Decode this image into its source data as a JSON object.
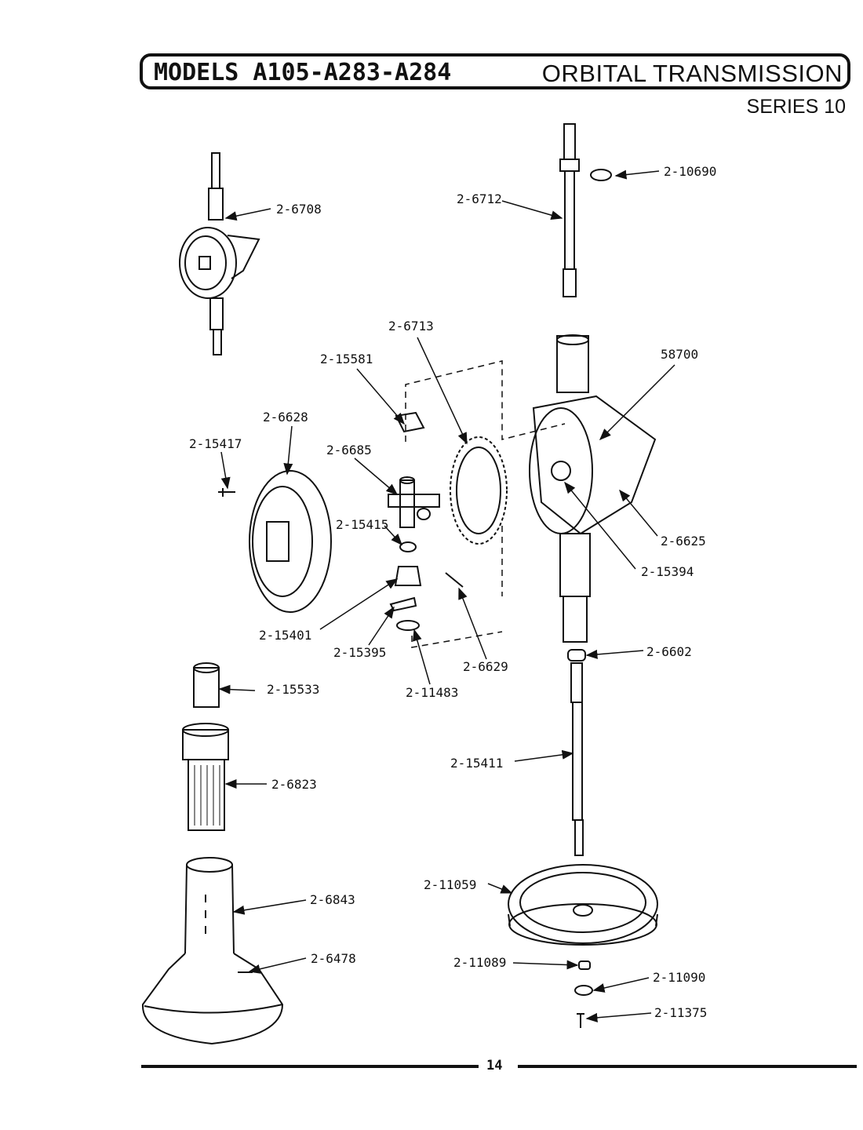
{
  "header": {
    "models": "MODELS A105-A283-A284",
    "title": "ORBITAL TRANSMISSION",
    "series": "SERIES 10"
  },
  "parts": {
    "p6708": "2-6708",
    "p6712": "2-6712",
    "p10690": "2-10690",
    "p6713": "2-6713",
    "p15581": "2-15581",
    "p58700": "58700",
    "p6628": "2-6628",
    "p15417": "2-15417",
    "p6685": "2-6685",
    "p15415": "2-15415",
    "p6625": "2-6625",
    "p15394": "2-15394",
    "p15401": "2-15401",
    "p15395": "2-15395",
    "p6629": "2-6629",
    "p11483": "2-11483",
    "p6602": "2-6602",
    "p15533": "2-15533",
    "p6823": "2-6823",
    "p15411": "2-15411",
    "p11059": "2-11059",
    "p6843": "2-6843",
    "p6478": "2-6478",
    "p11089": "2-11089",
    "p11090": "2-11090",
    "p11375": "2-11375"
  },
  "footer": {
    "page_number": "14"
  }
}
